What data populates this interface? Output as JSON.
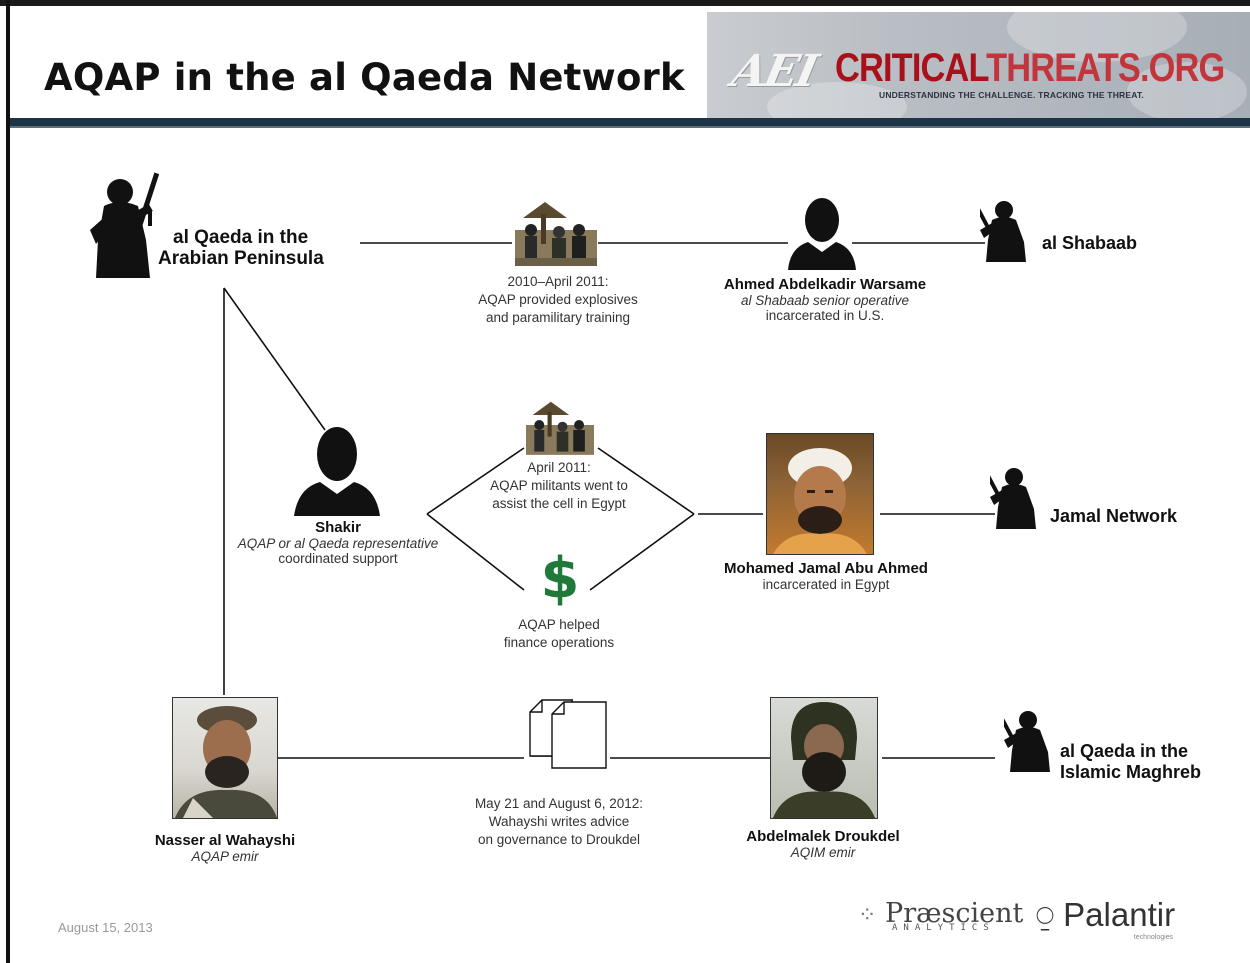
{
  "header": {
    "title": "AQAP in the al Qaeda Network",
    "banner_aei": "AEI",
    "banner_brand_red": "CRITICAL",
    "banner_brand_light": "THREATS.ORG",
    "banner_tagline": "UNDERSTANDING THE CHALLENGE. TRACKING THE THREAT."
  },
  "nodes": {
    "aqap": {
      "line1": "al Qaeda in the",
      "line2": "Arabian Peninsula"
    },
    "al_shabaab": {
      "label": "al Shabaab"
    },
    "warsame": {
      "name": "Ahmed Abdelkadir Warsame",
      "role": "al Shabaab senior operative",
      "status": "incarcerated in U.S."
    },
    "shakir": {
      "name": "Shakir",
      "role": "AQAP or al Qaeda representative",
      "status": "coordinated support"
    },
    "jamal_ahmed": {
      "name": "Mohamed Jamal Abu Ahmed",
      "status": "incarcerated in Egypt"
    },
    "jamal_network": {
      "label": "Jamal Network"
    },
    "wahayshi": {
      "name": "Nasser al Wahayshi",
      "role": "AQAP emir"
    },
    "droukdel": {
      "name": "Abdelmalek Droukdel",
      "role": "AQIM emir"
    },
    "aqim": {
      "line1": "al Qaeda in the",
      "line2": "Islamic Maghreb"
    }
  },
  "links": {
    "shabaab_support": [
      "2010–April 2011:",
      "AQAP provided explosives",
      "and paramilitary training"
    ],
    "egypt_militants": [
      "April 2011:",
      "AQAP militants went to",
      "assist the cell in Egypt"
    ],
    "egypt_finance": [
      "AQAP helped",
      "finance operations"
    ],
    "letters": [
      "May 21 and August 6, 2012:",
      "Wahayshi writes advice",
      "on governance to Droukdel"
    ]
  },
  "dollar_symbol": "$",
  "footer": {
    "date": "August 15, 2013",
    "logo_praescient": "Præscient",
    "logo_praescient_sub": "ANALYTICS",
    "logo_palantir": "Palantir",
    "logo_palantir_sub": "technologies"
  },
  "colors": {
    "header_bar": "#1d3346",
    "brand_red": "#a8111a",
    "dollar_green": "#1f7a3a",
    "ink": "#111111"
  },
  "icons": [
    "fighter-icon",
    "person-silhouette-icon",
    "training-camp-icon",
    "dollar-icon",
    "documents-icon"
  ]
}
